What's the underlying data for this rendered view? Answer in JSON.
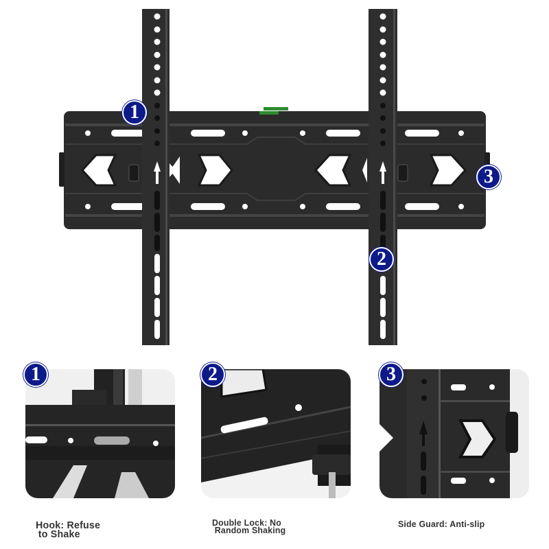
{
  "product": {
    "name": "Tilting TV wall mount bracket",
    "colors": {
      "metal": "#2a2a2a",
      "metal_edge": "#3a3a3a",
      "badge": "#0d1a8a",
      "level_green": "#2e8b2e",
      "caption_text": "#333333"
    }
  },
  "callouts": [
    {
      "number": "1",
      "feature": "hook"
    },
    {
      "number": "2",
      "feature": "double-lock"
    },
    {
      "number": "3",
      "feature": "side-guard"
    }
  ],
  "panels": [
    {
      "badge": "1",
      "caption_line1": "Hook: Refuse",
      "caption_line2": "to Shake"
    },
    {
      "badge": "2",
      "caption_line1": "Double Lock: No",
      "caption_line2": "Random Shaking"
    },
    {
      "badge": "3",
      "caption_line1": "Side Guard: Anti-slip",
      "caption_line2": ""
    }
  ]
}
